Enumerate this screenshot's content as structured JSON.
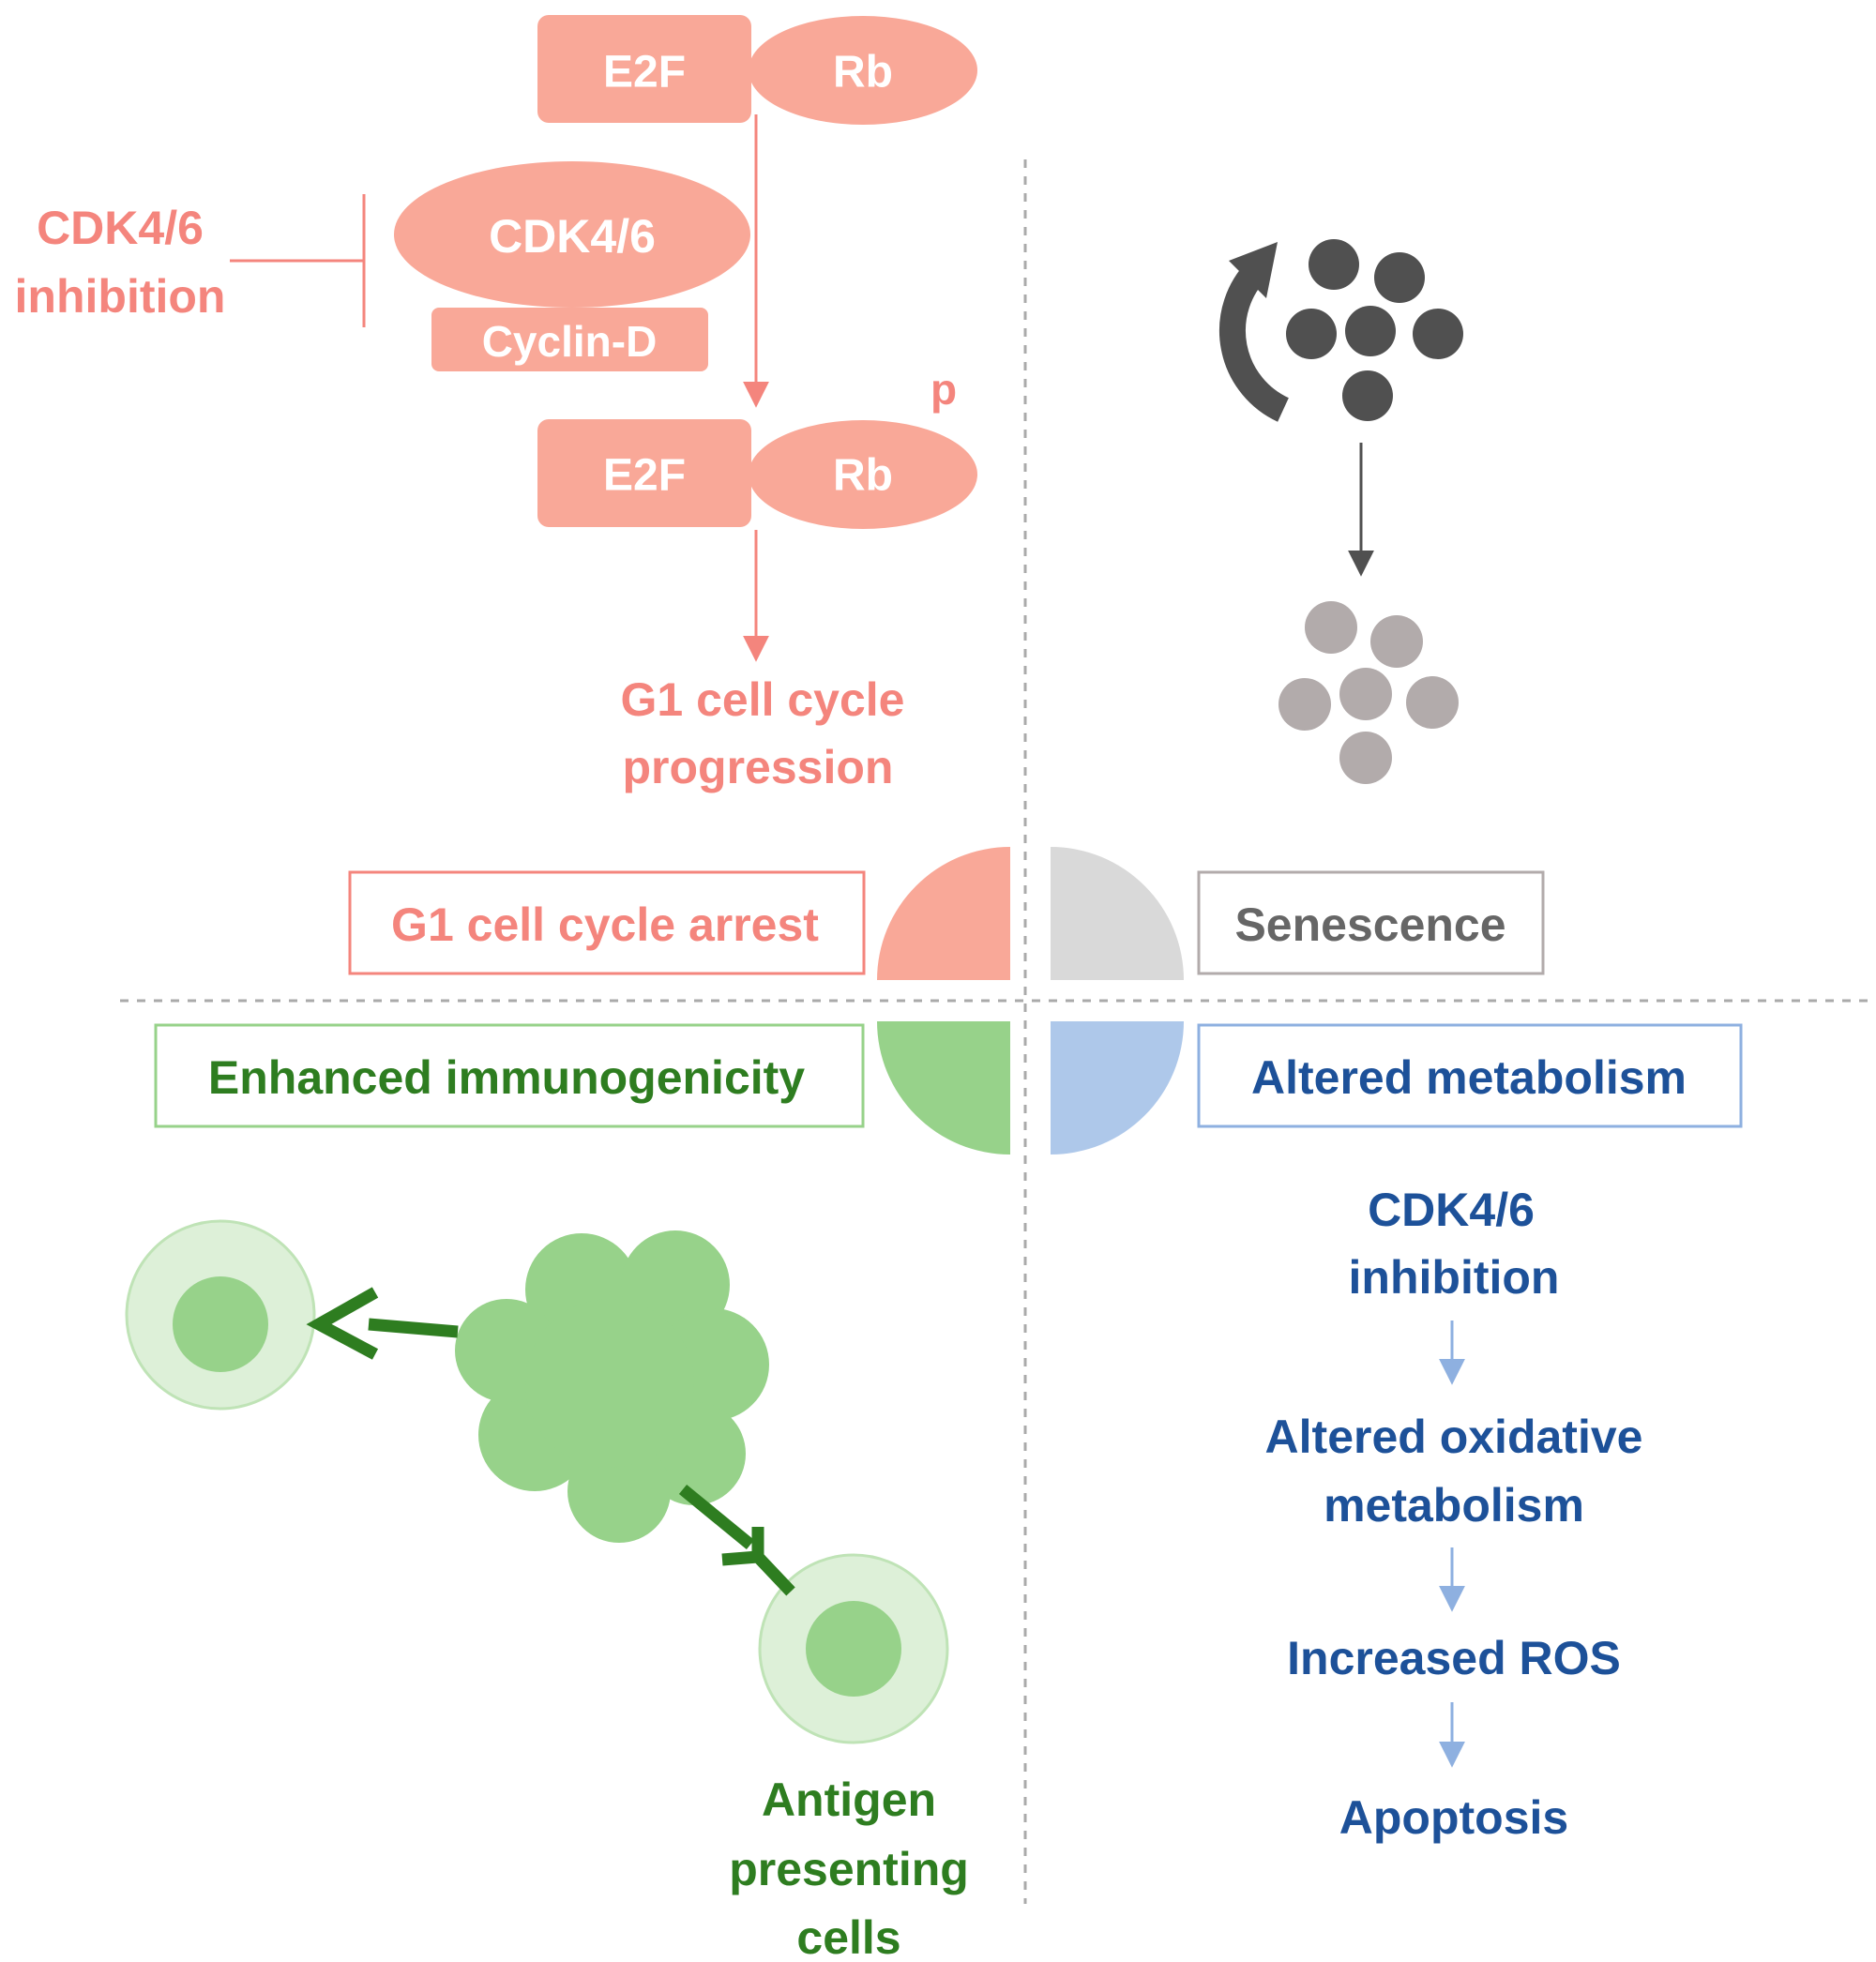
{
  "colors": {
    "salmon": "#F9A898",
    "salmon_text": "#F4857D",
    "grey_dark": "#505050",
    "grey_light": "#B2ABAB",
    "quarter_grey": "#D9D9D9",
    "green_dark": "#2E7D20",
    "green_mid": "#97D28A",
    "green_light": "#DDF0D8",
    "blue_text": "#1D5199",
    "blue_arrow": "#8EB0E0",
    "blue_fill": "#AEC8EA",
    "divider": "#AAAAAA"
  },
  "pathway": {
    "top_complex": {
      "e2f": "E2F",
      "rb": "Rb"
    },
    "cdk_complex": {
      "cdk": "CDK4/6",
      "cyclin": "Cyclin-D"
    },
    "inhibitor": {
      "line1": "CDK4/6",
      "line2": "inhibition"
    },
    "phospho_label": "p",
    "bottom_complex": {
      "e2f": "E2F",
      "rb": "Rb"
    },
    "outcome": {
      "line1": "G1 cell cycle",
      "line2": "progression"
    }
  },
  "boxes": {
    "arrest": "G1 cell cycle arrest",
    "senescence": "Senescence",
    "immunogenicity": "Enhanced immunogenicity",
    "metabolism": "Altered metabolism"
  },
  "immune": {
    "caption": {
      "line1": "Antigen",
      "line2": "presenting",
      "line3": "cells"
    }
  },
  "metabolism_steps": [
    {
      "line1": "CDK4/6",
      "line2": "inhibition"
    },
    {
      "line1": "Altered oxidative",
      "line2": "metabolism"
    },
    {
      "line1": "Increased ROS"
    },
    {
      "line1": "Apoptosis"
    }
  ]
}
